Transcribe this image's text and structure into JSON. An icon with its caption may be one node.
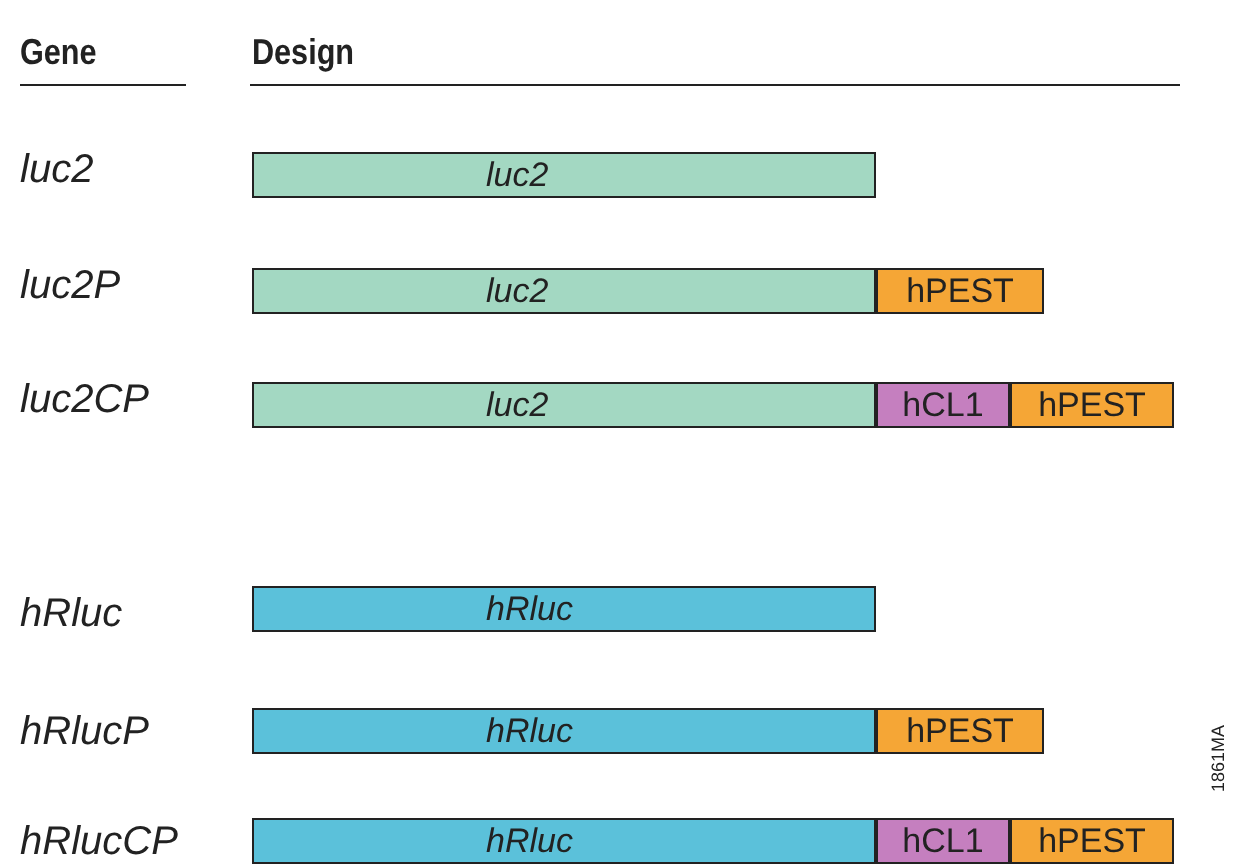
{
  "diagram": {
    "nodes": [
      {
        "text": [
          "luc2"
        ]
      },
      {
        "text": [
          "luc2"
        ]
      },
      {
        "text": [
          "hPEST"
        ]
      },
      {
        "text": [
          "luc2"
        ]
      },
      {
        "text": [
          "hCL1"
        ]
      },
      {
        "text": [
          "hPEST"
        ]
      },
      {
        "text": [
          "hRluc"
        ]
      },
      {
        "text": [
          "hRluc"
        ]
      },
      {
        "text": [
          "hPEST"
        ]
      },
      {
        "text": [
          "hRluc"
        ]
      },
      {
        "text": [
          "hCL1"
        ]
      },
      {
        "text": [
          "hPEST"
        ]
      }
    ],
    "edges": [],
    "labels": [
      "Gene",
      "Design",
      "luc2",
      "luc2P",
      "luc2CP",
      "hRluc",
      "hRlucP",
      "hRlucCP",
      "1861MA"
    ]
  }
}
